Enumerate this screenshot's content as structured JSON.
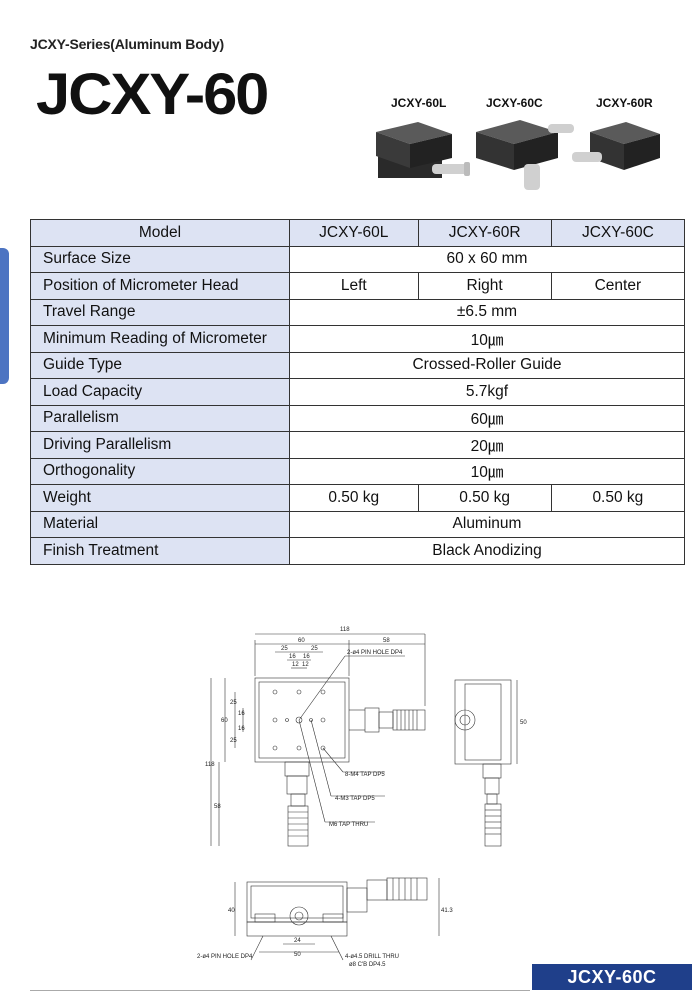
{
  "header": {
    "series": "JCXY-Series(Aluminum Body)",
    "model": "JCXY-60"
  },
  "photos": [
    {
      "label": "JCXY-60L"
    },
    {
      "label": "JCXY-60C"
    },
    {
      "label": "JCXY-60R"
    }
  ],
  "spec_table": {
    "header": {
      "label": "Model",
      "cols": [
        "JCXY-60L",
        "JCXY-60R",
        "JCXY-60C"
      ]
    },
    "rows": {
      "surface_size": {
        "label": "Surface Size",
        "value": "60 x 60 mm"
      },
      "micrometer_position": {
        "label": "Position of Micrometer Head",
        "values": [
          "Left",
          "Right",
          "Center"
        ]
      },
      "travel_range": {
        "label": "Travel Range",
        "value": "±6.5 mm"
      },
      "min_reading": {
        "label": "Minimum Reading of Micrometer",
        "value": "10㎛"
      },
      "guide_type": {
        "label": "Guide Type",
        "value": "Crossed-Roller Guide"
      },
      "load_capacity": {
        "label": "Load Capacity",
        "value": "5.7kgf"
      },
      "parallelism": {
        "label": "Parallelism",
        "value": "60㎛"
      },
      "driving_parallelism": {
        "label": "Driving Parallelism",
        "value": "20㎛"
      },
      "orthogonality": {
        "label": "Orthogonality",
        "value": "10㎛"
      },
      "weight": {
        "label": "Weight",
        "values": [
          "0.50 kg",
          "0.50 kg",
          "0.50 kg"
        ]
      },
      "material": {
        "label": "Material",
        "value": "Aluminum"
      },
      "finish": {
        "label": "Finish Treatment",
        "value": "Black Anodizing"
      }
    }
  },
  "drawing": {
    "dims": {
      "overall_width": "118",
      "d60": "60",
      "d58": "58",
      "d25a": "25",
      "d25b": "25",
      "d16a": "16",
      "d16b": "16",
      "d12a": "12",
      "d12b": "12",
      "v60": "60",
      "v25a": "25",
      "v16a": "16",
      "v16b": "16",
      "v25b": "25",
      "v118": "118",
      "v58": "58",
      "side50": "50",
      "front40": "40",
      "front413": "41.3",
      "front24": "24",
      "front50": "50"
    },
    "callouts": {
      "pin_hole_top": "2-ø4 PIN HOLE DP4",
      "m4_tap": "8-M4 TAP DP5",
      "m3_tap": "4-M3 TAP DP5",
      "m6_tap": "M6 TAP THRU",
      "pin_hole_front": "2-ø4 PIN HOLE DP4",
      "drill_thru": "4-ø4.5 DRILL THRU",
      "cb": "ø8 C'B DP4.5"
    }
  },
  "footer": {
    "badge": "JCXY-60C"
  },
  "colors": {
    "accent": "#1f3f8a",
    "table_label_bg": "#dde3f3",
    "side_tab": "#4d74c2"
  }
}
